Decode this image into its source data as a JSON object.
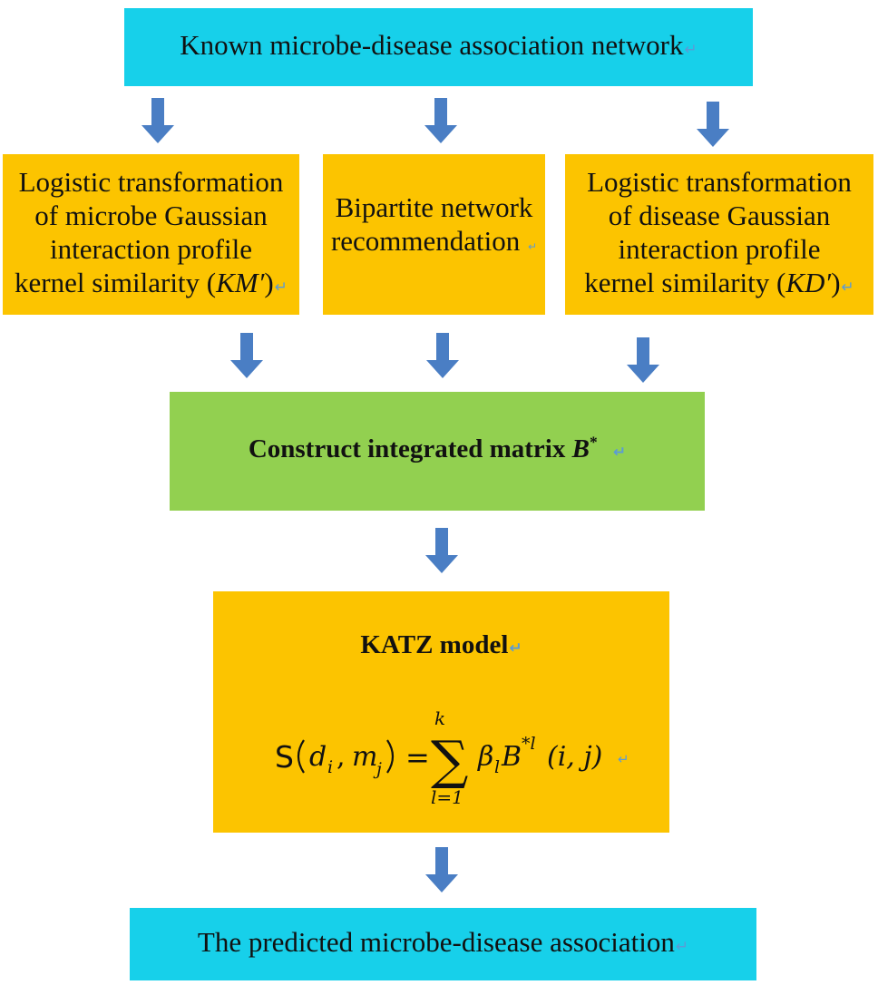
{
  "colors": {
    "cyan_box": "#17d0ea",
    "orange_box": "#fcc400",
    "green_box": "#92d050",
    "arrow": "#4a7ec4",
    "return_mark": "#5b9bd5"
  },
  "top_box": {
    "text": "Known  microbe-disease association network"
  },
  "left_box": {
    "lines": [
      "Logistic transformation",
      "of microbe Gaussian",
      "interaction profile",
      "kernel similarity ("
    ],
    "symbol": "KM′",
    "close": ")"
  },
  "middle_box": {
    "lines": [
      "Bipartite network",
      "recommendation"
    ]
  },
  "right_box": {
    "lines": [
      "Logistic transformation",
      "of disease Gaussian",
      "interaction profile",
      "kernel similarity ("
    ],
    "symbol": "KD′",
    "close": ")"
  },
  "integrated_box": {
    "text": "Construct integrated matrix ",
    "symbol": "B",
    "superscript": "*"
  },
  "katz_box": {
    "title": "KATZ model",
    "formula": {
      "lhs_func": "S",
      "lhs_arg1": "d",
      "lhs_arg1_sub": "i",
      "lhs_arg2": "m",
      "lhs_arg2_sub": "j",
      "equals": "=",
      "sum_symbol": "∑",
      "sum_upper": "k",
      "sum_lower": "l=1",
      "coef": "β",
      "coef_sub": "l",
      "matrix": "B",
      "matrix_sup": "*l",
      "args": "(i, j)"
    }
  },
  "bottom_box": {
    "text": "The predicted microbe-disease association"
  },
  "return_mark": "↵"
}
